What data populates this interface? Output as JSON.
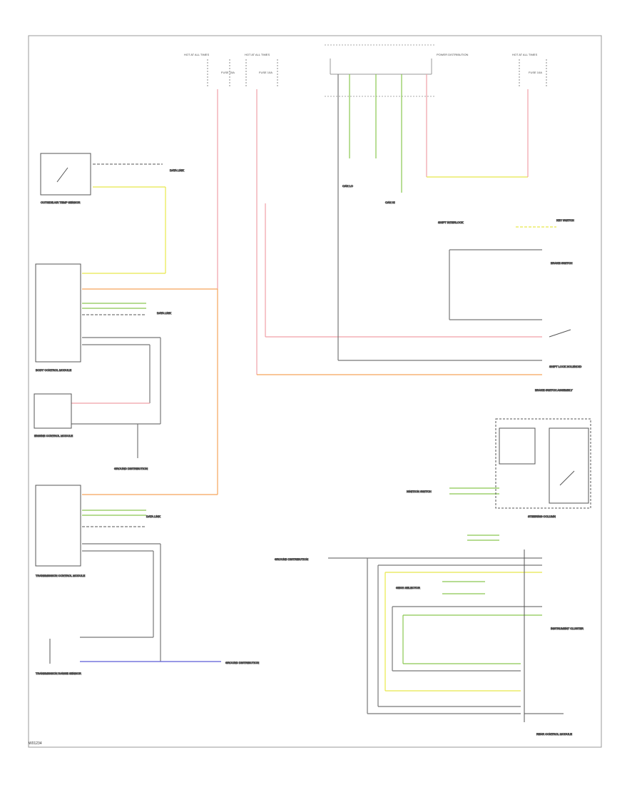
{
  "diagram": {
    "code": "W01234",
    "wires": {
      "orange": "#f5a55a",
      "pink": "#f0a0a8",
      "yellow": "#e8e84a",
      "blue": "#5a5ad8",
      "gray": "#777777",
      "green": "#8ac850",
      "black": "#333333",
      "frame": "#999999"
    },
    "labels": {
      "hot_at_all_times_1": "HOT AT ALL TIMES",
      "hot_at_all_times_2": "HOT AT ALL TIMES",
      "hot_at_all_times_3": "HOT AT ALL TIMES",
      "fuse_a": "FUSE 15A",
      "fuse_b": "FUSE 10A",
      "fuse_c": "FUSE 10A",
      "ambient_sensor": "OUTSIDE AIR TEMP SENSOR",
      "ambient_ground": "GROUND DISTRIBUTION",
      "data_link": "DATA LINK",
      "eccm": "ENGINE CONTROL MODULE",
      "rear_module": "REAR CONTROL MODULE",
      "power_dist": "POWER DISTRIBUTION",
      "ground_dist": "GROUND DISTRIBUTION",
      "shift_interlock": "SHIFT INTERLOCK",
      "brake_switch": "BRAKE SWITCH",
      "brake_switch_assembly": "BRAKE SWITCH ASSEMBLY",
      "body_control": "BODY CONTROL MODULE",
      "steering_column": "STEERING COLUMN",
      "trans_module": "TRANSMISSION CONTROL MODULE",
      "trans_range": "TRANSMISSION RANGE SENSOR",
      "ground_bottom": "GROUND DISTRIBUTION",
      "instrument": "INSTRUMENT CLUSTER",
      "gear_selector": "GEAR SELECTOR",
      "data_link_2": "DATA LINK",
      "data_link_3": "DATA LINK",
      "can_lo": "CAN LO",
      "can_hi": "CAN HI",
      "key_switch": "KEY SWITCH",
      "ignition_switch": "IGNITION SWITCH",
      "shift_lock_solenoid": "SHIFT LOCK SOLENOID"
    }
  }
}
